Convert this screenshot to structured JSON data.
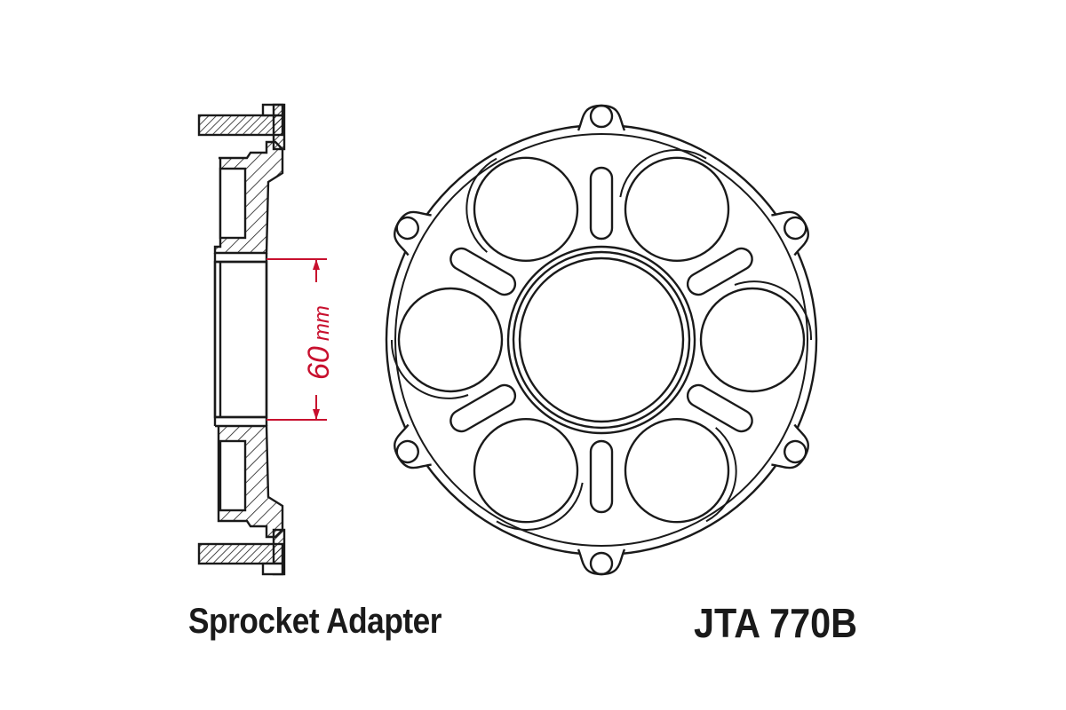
{
  "labels": {
    "part_name": "Sprocket Adapter",
    "part_number": "JTA 770B"
  },
  "dimension": {
    "value": "60",
    "unit": "mm",
    "color": "#c8102e"
  },
  "views": {
    "section_view": "cross-section profile (hatched)",
    "front_view": "flange with 6 lightening holes, 6 slots, 6 mounting ears, central bore"
  },
  "colors": {
    "line": "#1a1a1a",
    "dimension": "#c8102e",
    "background": "#ffffff"
  }
}
